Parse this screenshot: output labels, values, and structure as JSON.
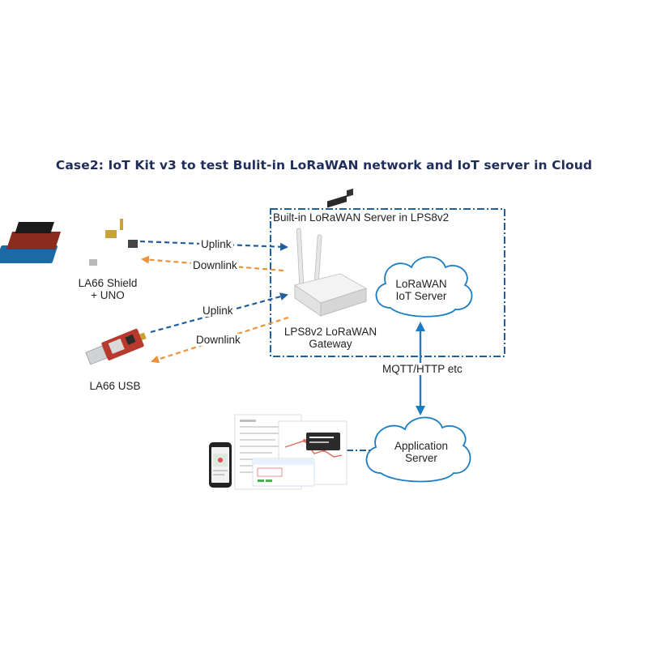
{
  "title": "Case2: IoT Kit v3 to test Bulit-in LoRaWAN network and IoT server in Cloud",
  "box_label": "Built-in LoRaWAN Server in LPS8v2",
  "devices": {
    "shield_label_line1": "LA66 Shield",
    "shield_label_line2": "+ UNO",
    "usb_label": "LA66 USB"
  },
  "gateway": {
    "label_line1": "LPS8v2 LoRaWAN",
    "label_line2": "Gateway"
  },
  "links": {
    "uplink_1": "Uplink",
    "downlink_1": "Downlink",
    "uplink_2": "Uplink",
    "downlink_2": "Downlink",
    "protocol": "MQTT/HTTP etc"
  },
  "clouds": {
    "iot_line1": "LoRaWAN",
    "iot_line2": "IoT Server",
    "app_line1": "Application",
    "app_line2": "Server"
  },
  "colors": {
    "title": "#1f2d5a",
    "box_border": "#1f5f9e",
    "uplink": "#1f5f9e",
    "downlink": "#f0913a",
    "vertical_arrow": "#1a7cc2"
  }
}
